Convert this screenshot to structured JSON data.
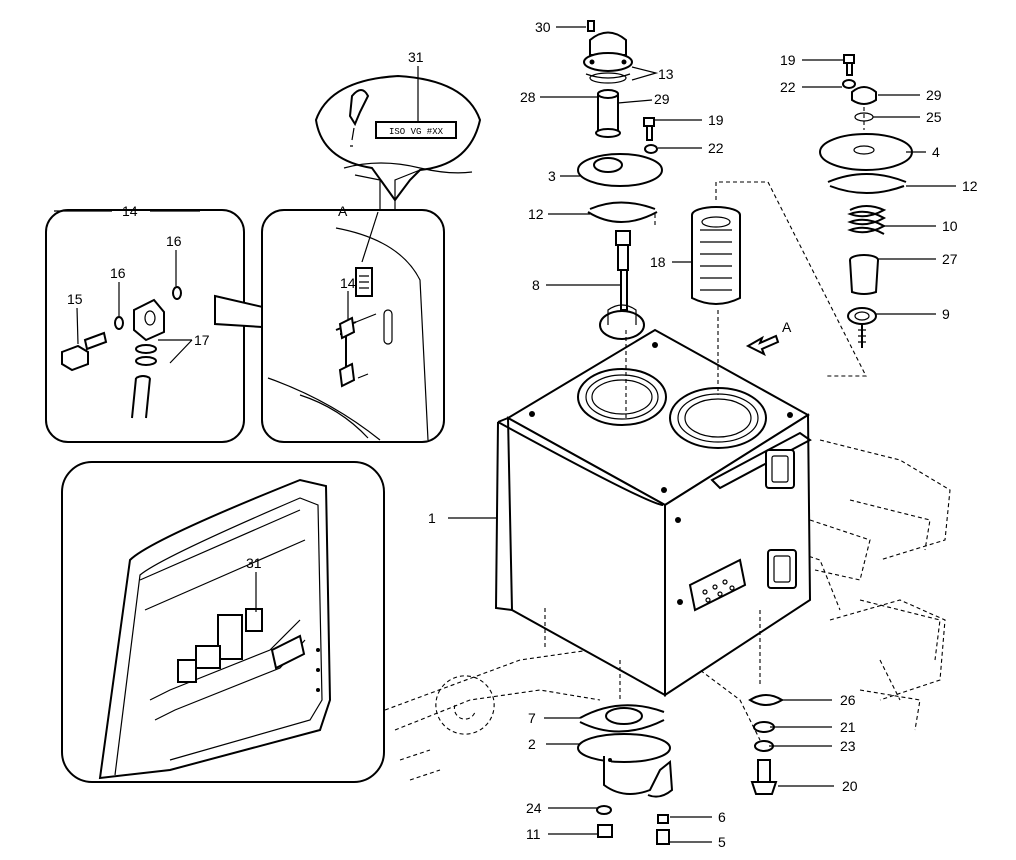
{
  "labels": {
    "l30": "30",
    "l13": "13",
    "l28": "28",
    "l29a": "29",
    "l19a": "19",
    "l22a": "22",
    "l3": "3",
    "l12a": "12",
    "l8": "8",
    "l18": "18",
    "l19b": "19",
    "l22b": "22",
    "l29b": "29",
    "l25": "25",
    "l4": "4",
    "l12b": "12",
    "l10": "10",
    "l27": "27",
    "l9": "9",
    "l31a": "31",
    "l14a": "14",
    "lA_detail": "A",
    "l16a": "16",
    "l16b": "16",
    "l15": "15",
    "l17": "17",
    "l14b": "14",
    "lA_arrow": "A",
    "l1": "1",
    "l31b": "31",
    "l26": "26",
    "l7": "7",
    "l21": "21",
    "l2": "2",
    "l23": "23",
    "l20": "20",
    "l24": "24",
    "l6": "6",
    "l11": "11",
    "l5": "5"
  },
  "plate_text": "ISO VG #XX"
}
